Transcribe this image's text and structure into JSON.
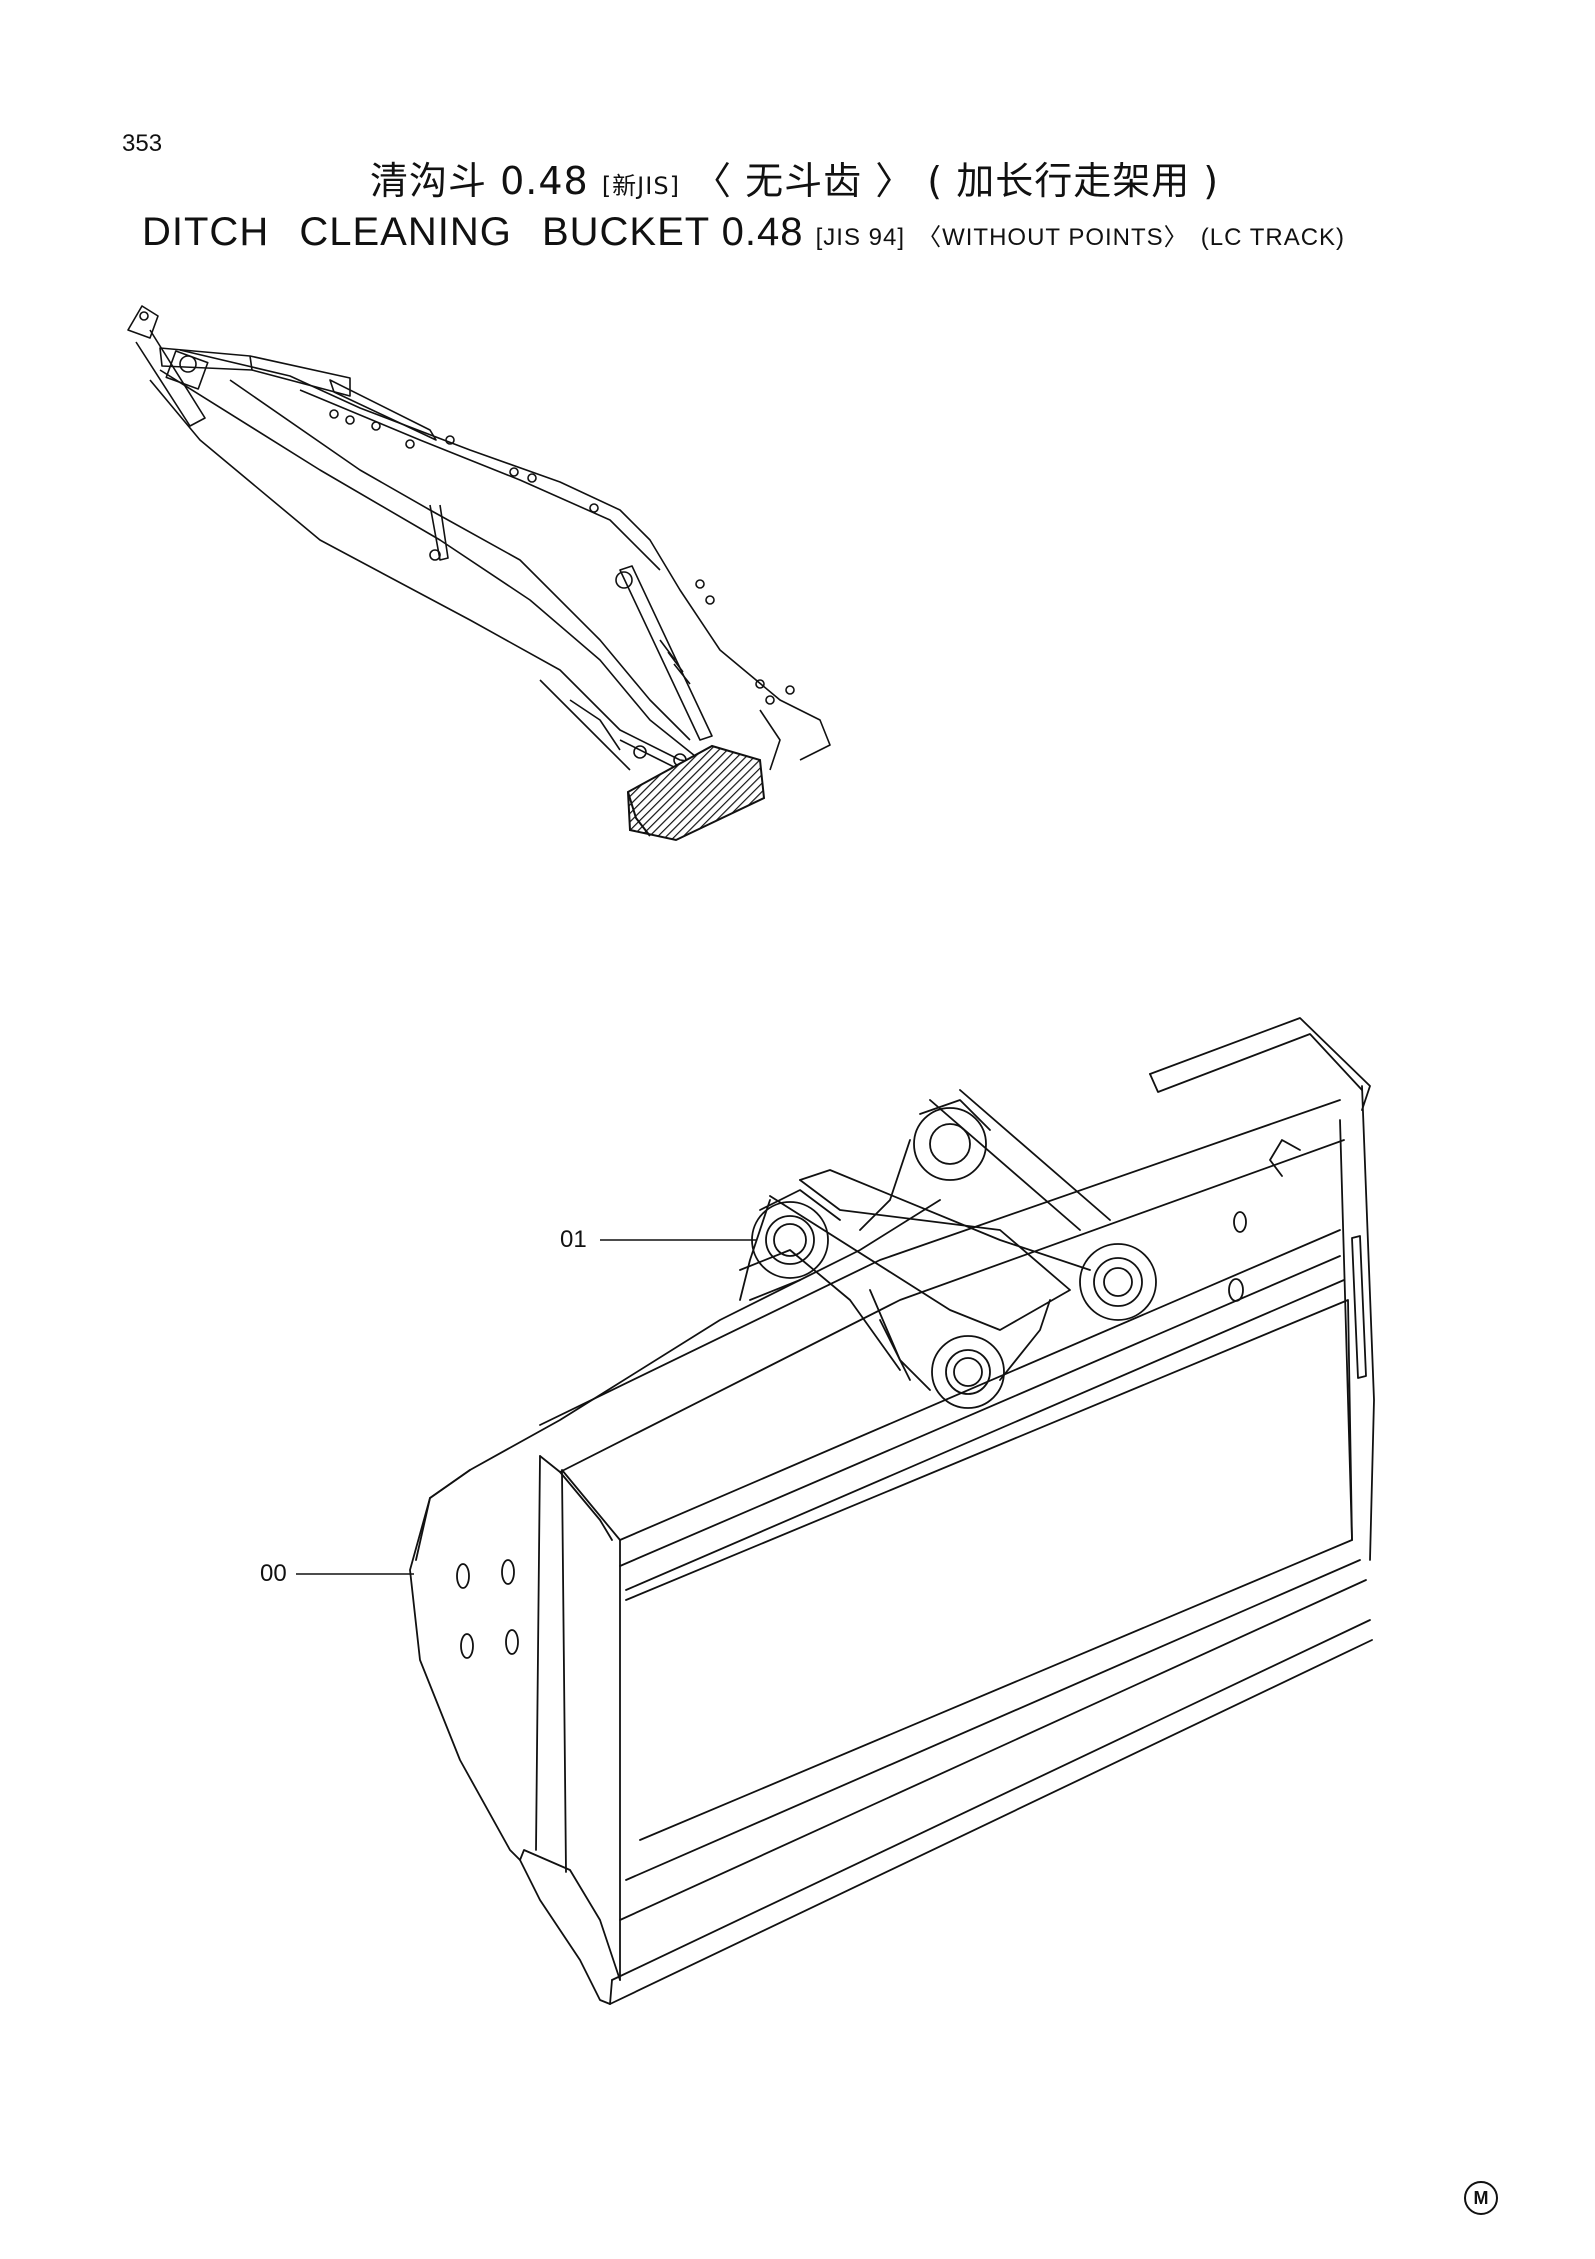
{
  "page": {
    "number": "353"
  },
  "title": {
    "zh": {
      "name": "清沟斗",
      "capacity": "0.48",
      "standard": "[新JIS]",
      "points": "〈 无斗齿 〉",
      "track": "( 加长行走架用 )"
    },
    "en": {
      "word1": "DITCH",
      "word2": "CLEANING",
      "word3": "BUCKET",
      "capacity": "0.48",
      "standard": "[JIS 94]",
      "points": "〈WITHOUT POINTS〉",
      "track": "(LC TRACK)"
    }
  },
  "callouts": [
    {
      "id": "01"
    },
    {
      "id": "00"
    }
  ],
  "mark": "M",
  "colors": {
    "ink": "#111111",
    "paper": "#ffffff"
  }
}
